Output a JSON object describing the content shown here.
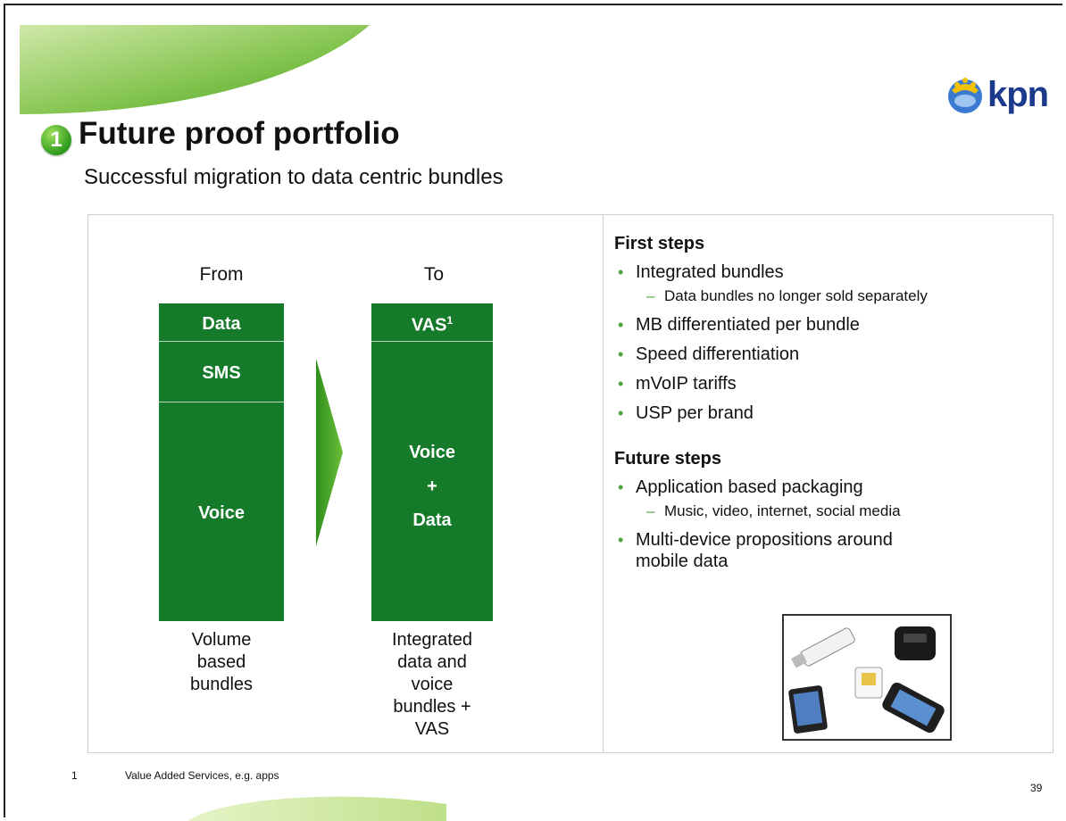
{
  "logo": {
    "text": "kpn"
  },
  "badge": {
    "number": "1"
  },
  "title": "Future proof portfolio",
  "subtitle": "Successful migration to data centric bundles",
  "from_column": {
    "heading": "From",
    "segments": [
      "Data",
      "SMS",
      "Voice"
    ],
    "caption": [
      "Volume",
      "based",
      "bundles"
    ]
  },
  "to_column": {
    "heading": "To",
    "top_segment": "VAS",
    "top_segment_sup": "1",
    "main_segment": [
      "Voice",
      "+",
      "Data"
    ],
    "caption": [
      "Integrated",
      "data and",
      "voice",
      "bundles +",
      "VAS"
    ]
  },
  "first_steps": {
    "title": "First steps",
    "items": [
      {
        "text": "Integrated bundles",
        "sub": "Data bundles no longer sold separately"
      },
      {
        "text": "MB differentiated per bundle"
      },
      {
        "text": "Speed differentiation"
      },
      {
        "text": "mVoIP tariffs"
      },
      {
        "text": "USP per brand"
      }
    ]
  },
  "future_steps": {
    "title": "Future steps",
    "items": [
      {
        "text": "Application based packaging",
        "sub": "Music, video, internet, social media"
      },
      {
        "text": "Multi-device propositions around mobile data"
      }
    ],
    "line_a": "Multi-device propositions around",
    "line_b": "mobile data"
  },
  "footnote": {
    "number": "1",
    "text": "Value Added Services, e.g. apps"
  },
  "page_number": "39",
  "colors": {
    "block_green": "#157a2a",
    "accent_green": "#4aa53a",
    "logo_blue": "#1b3a8c"
  },
  "icons": [
    "kpn-crown-logo-icon",
    "chevron-right-arrow-icon",
    "usb-modem-icon",
    "mifi-router-icon",
    "sim-card-icon",
    "tablet-icon",
    "smartphone-icon"
  ]
}
